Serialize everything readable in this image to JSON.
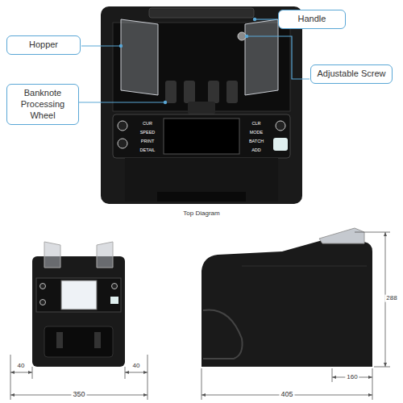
{
  "diagram": {
    "nodes": [
      {
        "text": [
          "Handle"
        ]
      },
      {
        "text": [
          "Hopper"
        ]
      },
      {
        "text": [
          "Adjustable Screw"
        ]
      },
      {
        "text": [
          "Banknote Processing Wheel"
        ]
      }
    ],
    "labels": [
      "Top Diagram",
      "40",
      "350",
      "40",
      "288",
      "160",
      "405",
      "CUR",
      "SPEED",
      "PRINT",
      "DETAIL",
      "CLR",
      "MODE",
      "BATCH",
      "ADD"
    ]
  }
}
